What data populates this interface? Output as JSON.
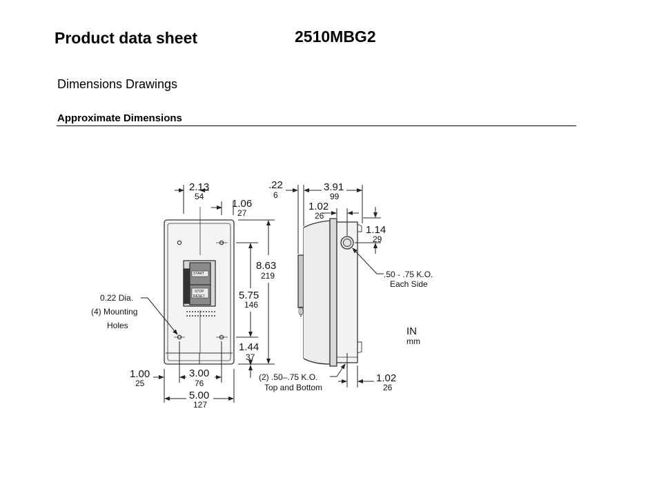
{
  "header": {
    "title": "Product data sheet",
    "product_code": "2510MBG2"
  },
  "section": {
    "title": "Dimensions Drawings",
    "subtitle": "Approximate Dimensions"
  },
  "drawing": {
    "front": {
      "dim_top_in": "2.13",
      "dim_top_mm": "54",
      "dim_right_in": "1.06",
      "dim_right_mm": "27",
      "dim_height_in": "8.63",
      "dim_height_mm": "219",
      "dim_holes_in": "5.75",
      "dim_holes_mm": "146",
      "dim_bottom_in": "1.44",
      "dim_bottom_mm": "37",
      "dim_left_in": "1.00",
      "dim_left_mm": "25",
      "dim_hole_spacing_in": "3.00",
      "dim_hole_spacing_mm": "76",
      "dim_width_in": "5.00",
      "dim_width_mm": "127",
      "mounting_note_1": "0.22 Dia.",
      "mounting_note_2": "(4) Mounting",
      "mounting_note_3": "Holes",
      "button_start": "START",
      "button_reset": "RESET",
      "button_stop": "STOP"
    },
    "side": {
      "dim_offset_in": ".22",
      "dim_offset_mm": "6",
      "dim_depth_in": "3.91",
      "dim_depth_mm": "99",
      "dim_ko_side_in": "1.02",
      "dim_ko_side_mm": "26",
      "dim_ko_top_in": "1.14",
      "dim_ko_top_mm": "29",
      "ko_note_1": ".50 - .75 K.O.",
      "ko_note_2": "Each Side",
      "tb_note_1": "(2) .50–.75 K.O.",
      "tb_note_2": "Top and Bottom",
      "dim_bottom_in": "1.02",
      "dim_bottom_mm": "26"
    },
    "units": {
      "primary": "IN",
      "secondary": "mm"
    }
  }
}
